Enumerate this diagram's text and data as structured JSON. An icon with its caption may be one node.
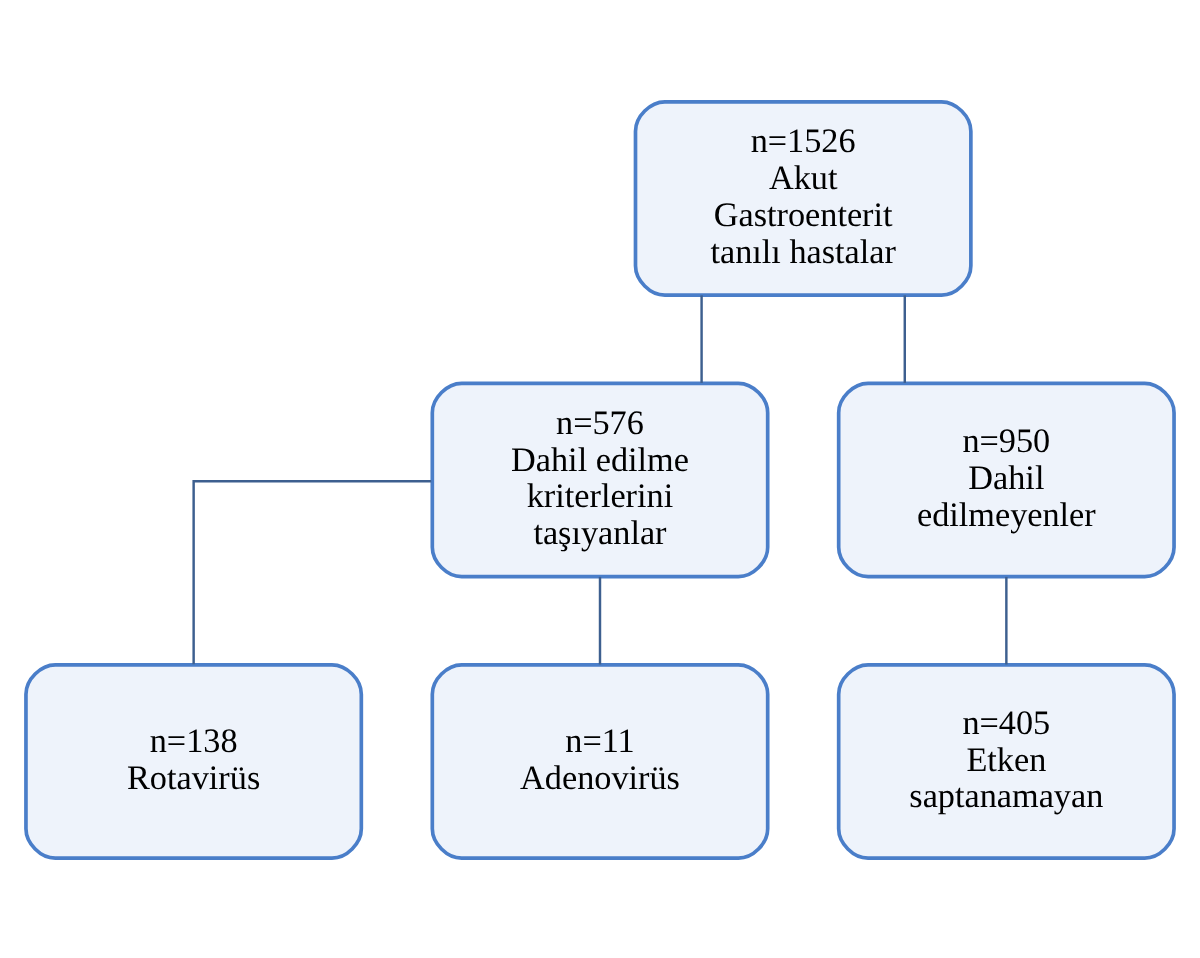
{
  "diagram": {
    "nodes": [
      {
        "text": [
          "n=1526",
          "Akut Gastroenterit tanılı hastalar"
        ]
      },
      {
        "text": [
          "n=576",
          "Dahil edilme kriterlerini taşıyanlar"
        ]
      },
      {
        "text": [
          "n=950",
          "Dahil edilmeyenler"
        ]
      },
      {
        "text": [
          "n=138",
          "Rotavirüs"
        ]
      },
      {
        "text": [
          "n=11",
          "Adenovirüs"
        ]
      },
      {
        "text": [
          "n=405",
          "Etken saptanamayan"
        ]
      }
    ],
    "edges": [
      {
        "from": 0,
        "to": 1,
        "arrow": "none"
      },
      {
        "from": 0,
        "to": 2,
        "arrow": "none"
      },
      {
        "from": 1,
        "to": 3,
        "arrow": "none"
      },
      {
        "from": 1,
        "to": 4,
        "arrow": "none"
      },
      {
        "from": 2,
        "to": 5,
        "arrow": "none"
      }
    ]
  }
}
